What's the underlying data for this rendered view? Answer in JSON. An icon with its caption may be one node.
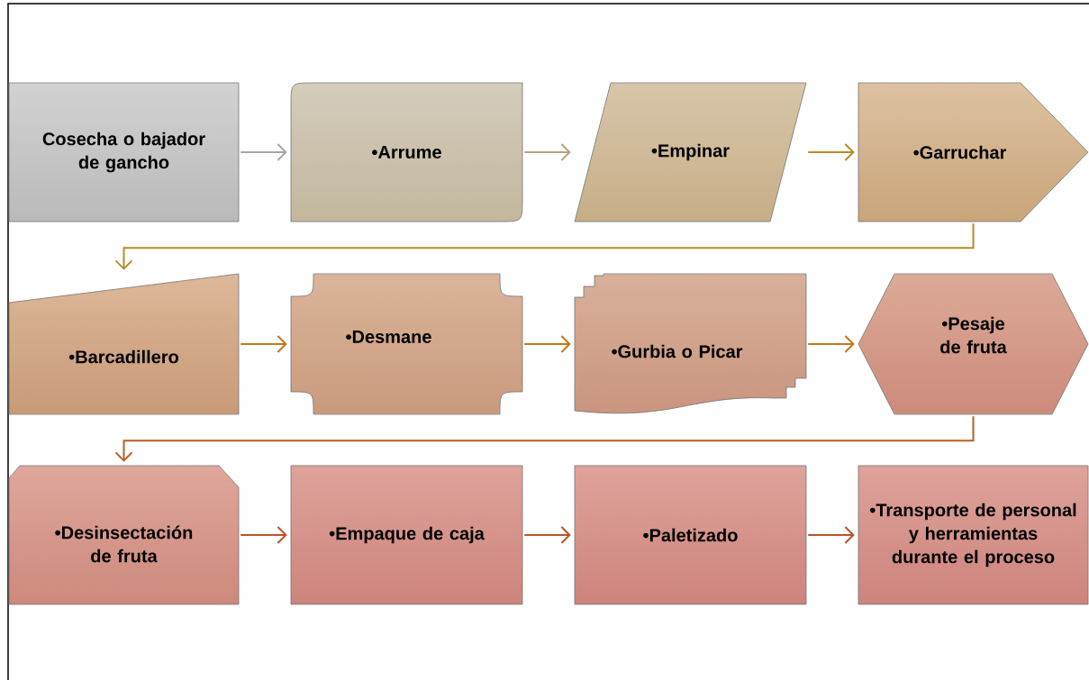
{
  "diagram": {
    "nodes": [
      {
        "text": [
          "Cosecha o bajador de gancho"
        ]
      },
      {
        "text": [
          "•Arrume"
        ]
      },
      {
        "text": [
          "•Empinar"
        ]
      },
      {
        "text": [
          "•Garruchar"
        ]
      },
      {
        "text": [
          "•Barcadillero"
        ]
      },
      {
        "text": [
          "•Desmane"
        ]
      },
      {
        "text": [
          "•Gurbia o Picar"
        ]
      },
      {
        "text": [
          "•Pesaje de fruta"
        ]
      },
      {
        "text": [
          "•Desinsectación de fruta"
        ]
      },
      {
        "text": [
          "•Empaque de caja"
        ]
      },
      {
        "text": [
          "•Paletizado"
        ]
      },
      {
        "text": [
          "•Transporte de personal y herramientas durante el proceso"
        ]
      }
    ],
    "edges": [
      {
        "from": 0,
        "to": 1,
        "arrow": "to",
        "color": "#a6a6a6"
      },
      {
        "from": 1,
        "to": 2,
        "arrow": "to",
        "color": "#b4a482"
      },
      {
        "from": 2,
        "to": 3,
        "arrow": "to",
        "color": "#b88c28"
      },
      {
        "from": 3,
        "to": 4,
        "arrow": "to",
        "color": "#b88c28"
      },
      {
        "from": 4,
        "to": 5,
        "arrow": "to",
        "color": "#c07a1a"
      },
      {
        "from": 5,
        "to": 6,
        "arrow": "to",
        "color": "#c07a1a"
      },
      {
        "from": 6,
        "to": 7,
        "arrow": "to",
        "color": "#c07a1a"
      },
      {
        "from": 7,
        "to": 8,
        "arrow": "to",
        "color": "#b86024"
      },
      {
        "from": 8,
        "to": 9,
        "arrow": "to",
        "color": "#b8542a"
      },
      {
        "from": 9,
        "to": 10,
        "arrow": "to",
        "color": "#b8542a"
      },
      {
        "from": 10,
        "to": 11,
        "arrow": "to",
        "color": "#b8542a"
      }
    ]
  }
}
